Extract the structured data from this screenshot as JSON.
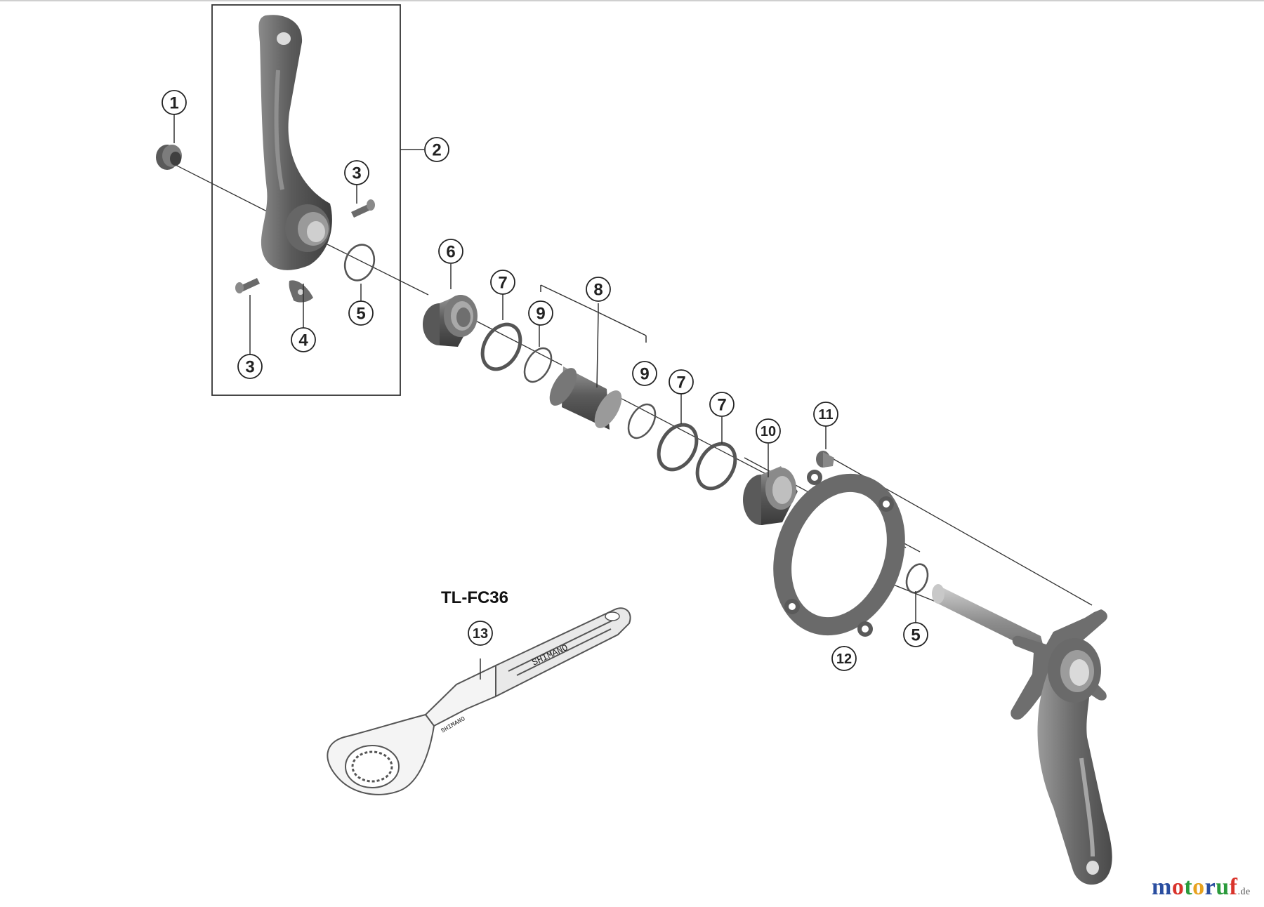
{
  "callouts": {
    "c1": "1",
    "c2": "2",
    "c3a": "3",
    "c3b": "3",
    "c4": "4",
    "c5a": "5",
    "c6": "6",
    "c7a": "7",
    "c8": "8",
    "c9a": "9",
    "c9b": "9",
    "c7b": "7",
    "c7c": "7",
    "c10": "10",
    "c11": "11",
    "c12": "12",
    "c5b": "5",
    "c13": "13"
  },
  "tool": {
    "label": "TL-FC36",
    "engraving": "SHIMANO"
  },
  "branding": {
    "name": "motoruf",
    "tld": ".de",
    "colors": [
      "#2a4ea0",
      "#d9332b",
      "#2a9a3c",
      "#e8a21f",
      "#2a4ea0",
      "#2a9a3c",
      "#d9332b"
    ]
  },
  "colors": {
    "part_dark": "#4a4a4a",
    "part_mid": "#7a7a7a",
    "part_light": "#b5b5b5",
    "line": "#333333"
  }
}
